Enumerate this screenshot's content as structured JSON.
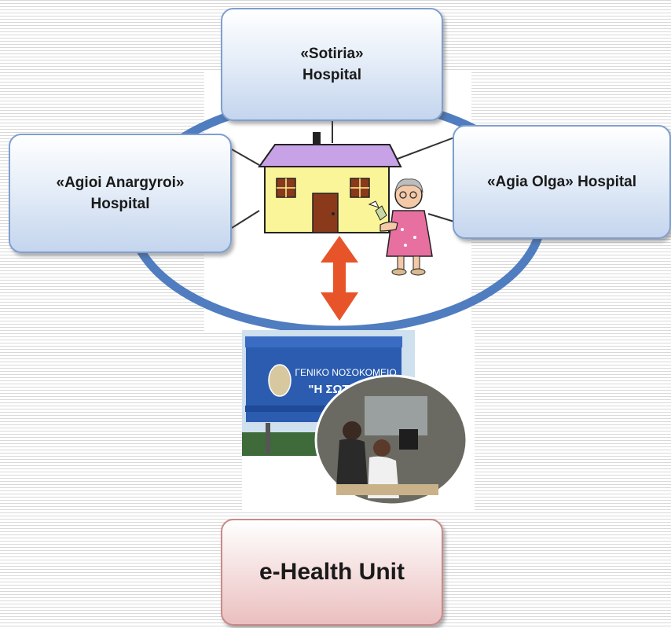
{
  "diagram": {
    "hospitals": {
      "sotiria": {
        "line1": "«Sotiria»",
        "line2": "Hospital"
      },
      "agioi_anargyroi": {
        "line1": "«Agioi Anargyroi»",
        "line2": "Hospital"
      },
      "agia_olga": {
        "label": "«Agia Olga» Hospital"
      }
    },
    "ehealth_unit": {
      "label": "e-Health Unit"
    },
    "photo_sign": {
      "line1": "ΓΕΝΙΚΟ ΝΟΣΟΚΟΜΕΙΟ",
      "line2": "\"Η ΣΩΤΗΡΙΑ\""
    },
    "colors": {
      "ring": "#4f7dbf",
      "box_border": "#7f9fcf",
      "ehealth_border": "#c98a8a",
      "arrow": "#e8542a",
      "house_wall": "#fbf59a",
      "house_roof": "#c8a2e6"
    }
  }
}
